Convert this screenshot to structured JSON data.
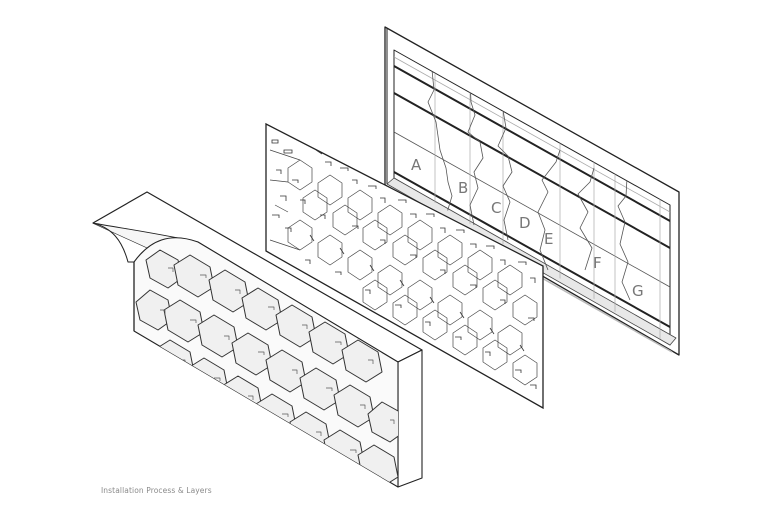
{
  "diagram": {
    "caption": "Installation Process & Layers",
    "style": "isometric line drawing, black on white",
    "colors": {
      "background": "#ffffff",
      "line": "#222222",
      "thin_line": "#999999",
      "caption": "#8a8a8a",
      "letters": "#777777"
    },
    "layers": [
      {
        "id": "back",
        "name": "Mounting frame / substructure",
        "description": "Rectangular frame with horizontal rails and vertical jagged seams dividing panel zones"
      },
      {
        "id": "middle",
        "name": "Perforated Voronoi pattern panel",
        "description": "Flat panel with voronoi cell pattern and small cut-out notches"
      },
      {
        "id": "front",
        "name": "Sculpted faceted wall panel",
        "description": "Three-dimensional curved wall surface with relief voronoi cells"
      }
    ],
    "zone_labels": [
      "A",
      "B",
      "C",
      "D",
      "E",
      "F",
      "G"
    ]
  }
}
